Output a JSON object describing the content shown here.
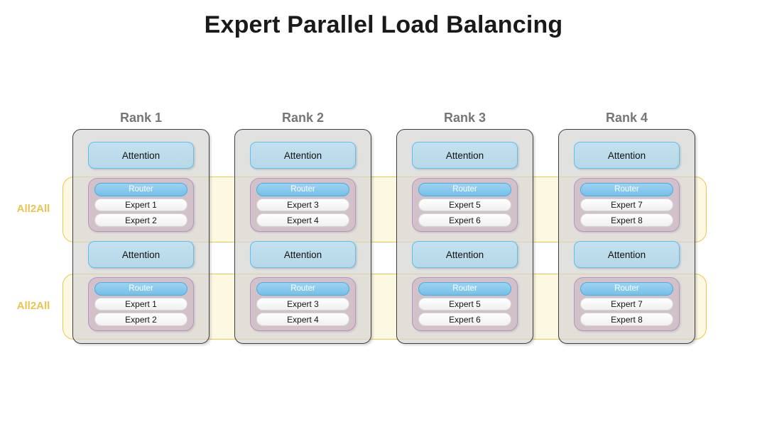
{
  "title": "Expert Parallel Load Balancing",
  "colors": {
    "title_text": "#1a1a1a",
    "rank_label": "#767676",
    "rank_box_fill": "#d6d6d4",
    "rank_box_border": "#3f3f3f",
    "attention_fill": "#b6d8e8",
    "attention_border": "#5cc1ee",
    "moe_fill": "#d0b9c6",
    "moe_border": "#b794c4",
    "router_fill": "#74c0ea",
    "router_border": "#43aee4",
    "router_text": "#ffffff",
    "expert_fill": "#f5f5f5",
    "expert_border": "#d6d6d6",
    "all2all_band_fill": "#fdf8e2",
    "all2all_band_border": "#e7c84e",
    "all2all_label": "#e9c44f"
  },
  "all2all": [
    {
      "label": "All2All"
    },
    {
      "label": "All2All"
    }
  ],
  "ranks": [
    {
      "label": "Rank 1",
      "layers": [
        {
          "attention": "Attention",
          "router": "Router",
          "experts": [
            "Expert 1",
            "Expert 2"
          ]
        },
        {
          "attention": "Attention",
          "router": "Router",
          "experts": [
            "Expert 1",
            "Expert 2"
          ]
        }
      ]
    },
    {
      "label": "Rank 2",
      "layers": [
        {
          "attention": "Attention",
          "router": "Router",
          "experts": [
            "Expert 3",
            "Expert 4"
          ]
        },
        {
          "attention": "Attention",
          "router": "Router",
          "experts": [
            "Expert 3",
            "Expert 4"
          ]
        }
      ]
    },
    {
      "label": "Rank 3",
      "layers": [
        {
          "attention": "Attention",
          "router": "Router",
          "experts": [
            "Expert 5",
            "Expert 6"
          ]
        },
        {
          "attention": "Attention",
          "router": "Router",
          "experts": [
            "Expert 5",
            "Expert 6"
          ]
        }
      ]
    },
    {
      "label": "Rank 4",
      "layers": [
        {
          "attention": "Attention",
          "router": "Router",
          "experts": [
            "Expert 7",
            "Expert 8"
          ]
        },
        {
          "attention": "Attention",
          "router": "Router",
          "experts": [
            "Expert 7",
            "Expert 8"
          ]
        }
      ]
    }
  ]
}
